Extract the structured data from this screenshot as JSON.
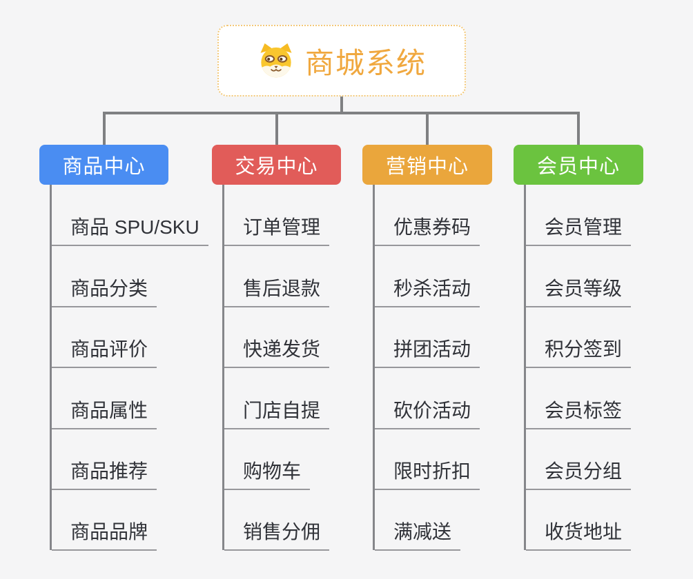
{
  "canvas": {
    "background": "#f5f5f6",
    "connector_color": "#7f8082",
    "child_line_color": "#97979b"
  },
  "root": {
    "title": "商城系统",
    "icon": "shiba-dog-icon",
    "text_color": "#f0a83f",
    "border_color": "#f3c878",
    "background": "#ffffff"
  },
  "branches": [
    {
      "id": "product-center",
      "label": "商品中心",
      "color": "#4a8df2",
      "children": [
        "商品 SPU/SKU",
        "商品分类",
        "商品评价",
        "商品属性",
        "商品推荐",
        "商品品牌"
      ]
    },
    {
      "id": "trade-center",
      "label": "交易中心",
      "color": "#e15c59",
      "children": [
        "订单管理",
        "售后退款",
        "快递发货",
        "门店自提",
        "购物车",
        "销售分佣"
      ]
    },
    {
      "id": "marketing-center",
      "label": "营销中心",
      "color": "#eaa63c",
      "children": [
        "优惠券码",
        "秒杀活动",
        "拼团活动",
        "砍价活动",
        "限时折扣",
        "满减送"
      ]
    },
    {
      "id": "member-center",
      "label": "会员中心",
      "color": "#6bc33f",
      "children": [
        "会员管理",
        "会员等级",
        "积分签到",
        "会员标签",
        "会员分组",
        "收货地址"
      ]
    }
  ]
}
